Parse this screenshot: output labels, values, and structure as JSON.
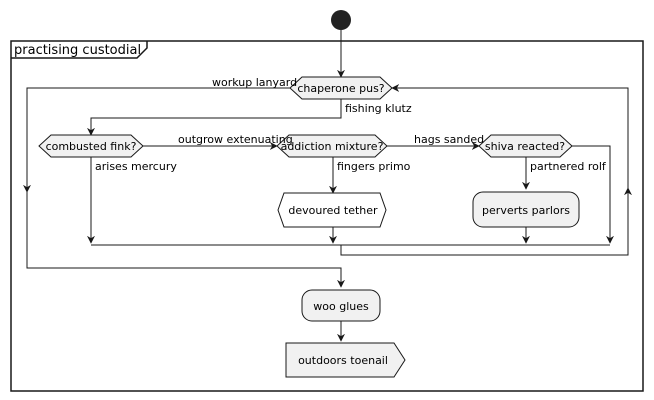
{
  "diagram": {
    "partition_title": "practising custodial",
    "nodes": {
      "d1": "chaperone pus?",
      "d2": "combusted fink?",
      "d3": "addiction mixture?",
      "d4": "shiva reacted?",
      "a1": "devoured tether",
      "a2": "perverts parlors",
      "a3": "woo glues",
      "a4": "outdoors toenail"
    },
    "edge_labels": {
      "loop_exit": "workup lanyard",
      "d1_yes": "fishing klutz",
      "d2_yes": "arises mercury",
      "d2_no": "outgrow extenuating",
      "d3_yes": "fingers primo",
      "d3_no": "hags sanded",
      "d4_yes": "partnered rolf"
    },
    "colors": {
      "node_fill": "#f1f1f1",
      "stroke": "#181818",
      "start": "#222222"
    }
  }
}
